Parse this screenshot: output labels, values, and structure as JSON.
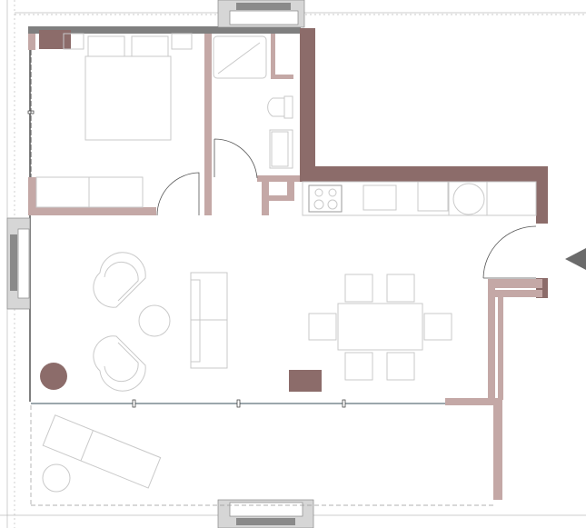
{
  "plan": {
    "colors": {
      "structural_wall": "#8c6c6a",
      "partition_wall": "#c4a8a6",
      "exterior_wall": "#7f7f7f",
      "furniture_stroke": "#c9c9c9",
      "accent_fill": "#8c6c6a",
      "entry_arrow": "#6b6b6b"
    },
    "rooms": [
      "bedroom",
      "bathroom",
      "kitchen",
      "living-dining",
      "balcony"
    ],
    "icons": [
      "entry-arrow-icon"
    ]
  }
}
